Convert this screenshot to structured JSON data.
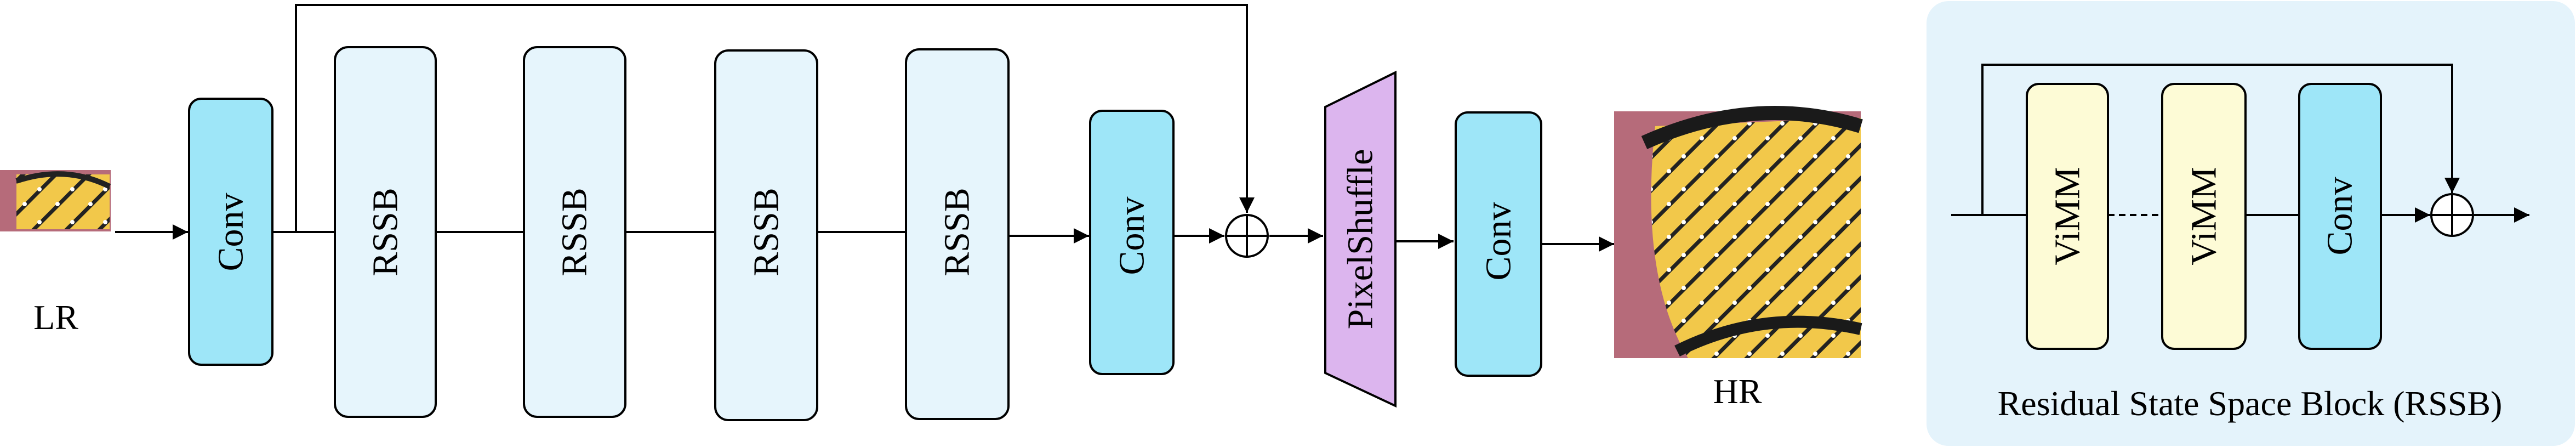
{
  "input_label": "LR",
  "output_label": "HR",
  "blocks": {
    "conv_first": "Conv",
    "rssb_1": "RSSB",
    "rssb_2": "RSSB",
    "rssb_3": "RSSB",
    "rssb_4": "RSSB",
    "conv_after_body": "Conv",
    "pixelshuffle": "PixelShuffle",
    "conv_last": "Conv"
  },
  "rssb_panel": {
    "title": "Residual State Space Block (RSSB)",
    "vimm_1": "ViMM",
    "vimm_2": "ViMM",
    "conv": "Conv"
  },
  "colors": {
    "conv_fill": "#9ee6f8",
    "rssb_fill": "#e6f5fc",
    "vimm_fill": "#fdfbd6",
    "pixelshuffle_fill": "#dcb5ee",
    "panel_fill": "#e4f3fb",
    "stroke": "#000000"
  }
}
